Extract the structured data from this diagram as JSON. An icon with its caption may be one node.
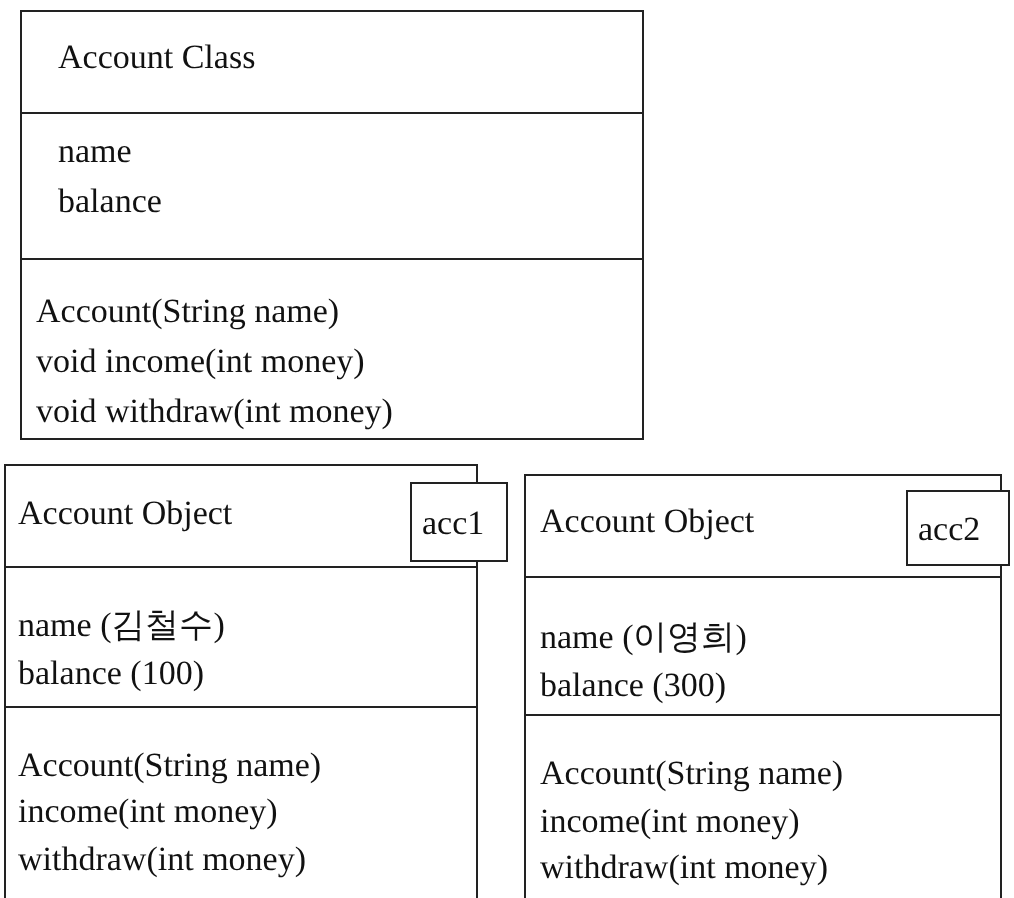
{
  "diagram": {
    "nodes": [
      {
        "text": [
          "Account Class",
          "name",
          "balance",
          "Account(String name)",
          "void income(int money)",
          "void withdraw(int money)"
        ]
      },
      {
        "text": [
          "Account Object",
          "name (김철수)",
          "balance (100)",
          "Account(String name)",
          "income(int money)",
          "withdraw(int money)"
        ]
      },
      {
        "text": [
          "acc1"
        ]
      },
      {
        "text": [
          "Account Object",
          "name (이영희)",
          "balance (300)",
          "Account(String name)",
          "income(int money)",
          "withdraw(int money)"
        ]
      },
      {
        "text": [
          "acc2"
        ]
      }
    ]
  }
}
